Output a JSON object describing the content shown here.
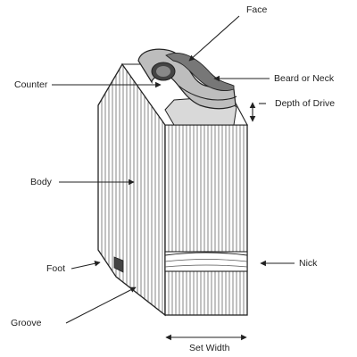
{
  "labels": {
    "face": "Face",
    "counter": "Counter",
    "beard_or_neck": "Beard or Neck",
    "depth_of_drive": "Depth of Drive",
    "body": "Body",
    "foot": "Foot",
    "nick": "Nick",
    "groove": "Groove",
    "set_width": "Set Width"
  },
  "colors": {
    "ink": "#222222",
    "paper": "#ffffff"
  }
}
